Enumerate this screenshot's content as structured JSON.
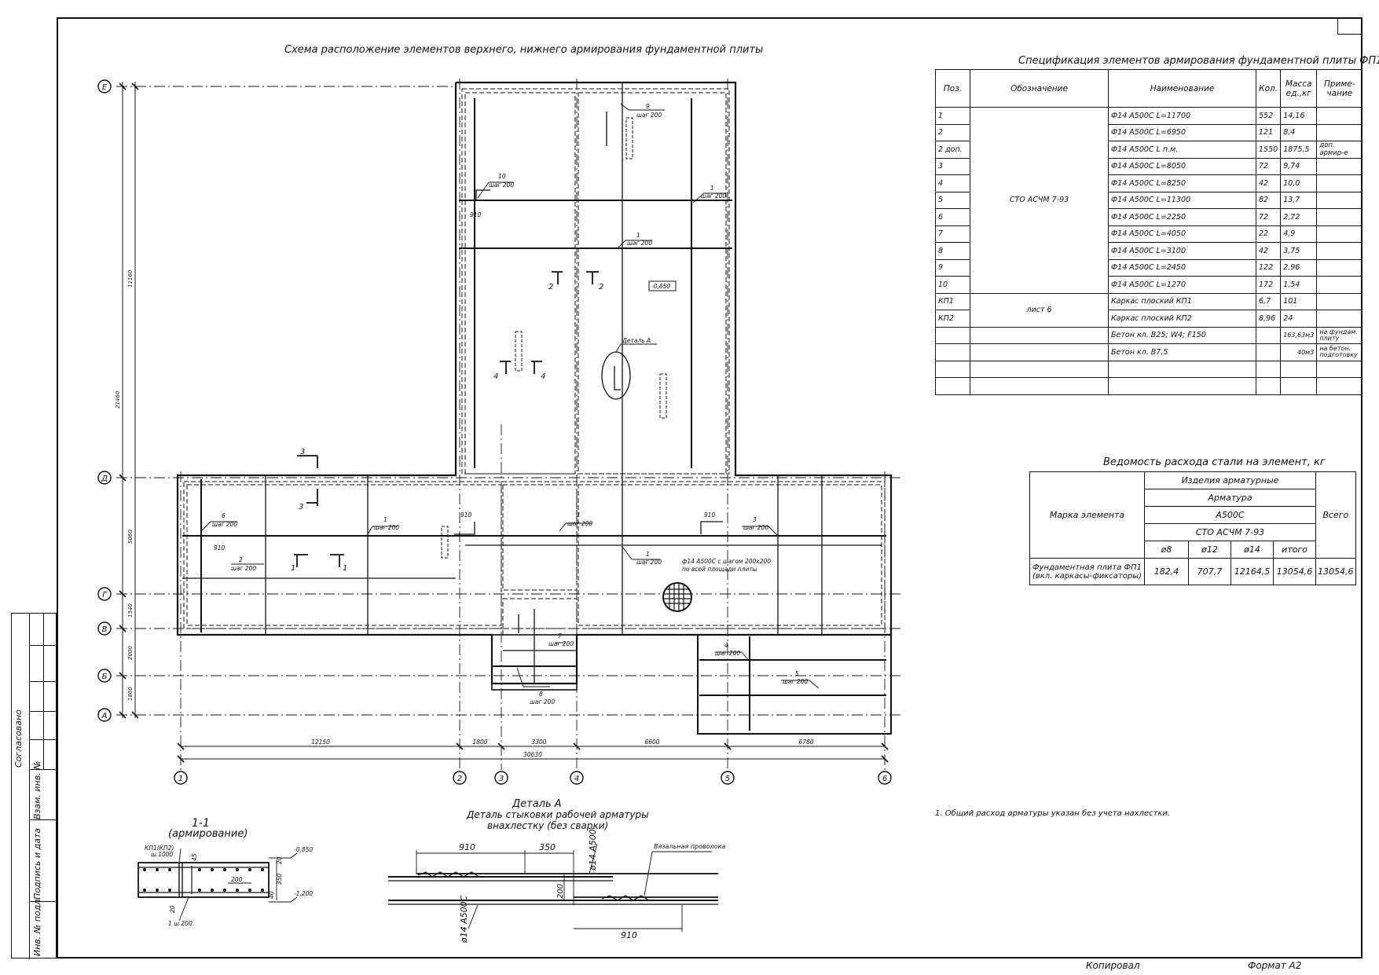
{
  "plan": {
    "title": "Схема расположение элементов верхнего, нижнего армирования фундаментной плиты",
    "axes_letters": [
      "Е",
      "Д",
      "Г",
      "В",
      "Б",
      "А"
    ],
    "axes_numbers": [
      "1",
      "2",
      "3",
      "4",
      "5",
      "6"
    ],
    "dims_bottom": [
      "12150",
      "1800",
      "3300",
      "6600",
      "6780"
    ],
    "dim_total": "30630",
    "dims_left": [
      "11160",
      "5060",
      "1540",
      "2000",
      "1800"
    ],
    "dim_left_total": "21460",
    "level_mark": "-0,850",
    "detail_ref": "Деталь А",
    "mesh_note_1": "ф14 А500С с шагом 200х200",
    "mesh_note_2": "по всей площади плиты",
    "step_200": "шаг 200",
    "len_910": "910",
    "bar_labels": [
      "1",
      "2",
      "3",
      "4",
      "5",
      "6",
      "7",
      "8",
      "9",
      "10"
    ],
    "section_marks": [
      "1",
      "2",
      "3",
      "4"
    ]
  },
  "spec": {
    "title": "Спецификация элементов армирования фундаментной плиты ФП1",
    "headers": [
      "Поз.",
      "Обозначение",
      "Наименование",
      "Кол.",
      "Масса ед.,кг",
      "Приме- чание"
    ],
    "std": "СТО АСЧМ 7-93",
    "sheet_ref": "лист 6",
    "rows": [
      {
        "pos": "1",
        "name": "Ф14 А500С  L=11700",
        "qty": "552",
        "mass": "14,16",
        "note": ""
      },
      {
        "pos": "2",
        "name": "Ф14 А500С  L=6950",
        "qty": "121",
        "mass": "8,4",
        "note": ""
      },
      {
        "pos": "2 доп.",
        "name": "Ф14 А500С  L п.м.",
        "qty": "1550",
        "mass": "1875,5",
        "note": "доп. армир-е"
      },
      {
        "pos": "3",
        "name": "Ф14 А500С  L=8050",
        "qty": "72",
        "mass": "9,74",
        "note": ""
      },
      {
        "pos": "4",
        "name": "Ф14 А500С  L=8250",
        "qty": "42",
        "mass": "10,0",
        "note": ""
      },
      {
        "pos": "5",
        "name": "Ф14 А500С  L=11300",
        "qty": "82",
        "mass": "13,7",
        "note": ""
      },
      {
        "pos": "6",
        "name": "Ф14 А500С  L=2250",
        "qty": "72",
        "mass": "2,72",
        "note": ""
      },
      {
        "pos": "7",
        "name": "Ф14 А500С  L=4050",
        "qty": "22",
        "mass": "4,9",
        "note": ""
      },
      {
        "pos": "8",
        "name": "Ф14 А500С  L=3100",
        "qty": "42",
        "mass": "3,75",
        "note": ""
      },
      {
        "pos": "9",
        "name": "Ф14 А500С  L=2450",
        "qty": "122",
        "mass": "2,96",
        "note": ""
      },
      {
        "pos": "10",
        "name": "Ф14 А500С  L=1270",
        "qty": "172",
        "mass": "1,54",
        "note": ""
      },
      {
        "pos": "КП1",
        "name": "Каркас плоский КП1",
        "qty": "6,7",
        "mass": "101",
        "note": ""
      },
      {
        "pos": "КП2",
        "name": "Каркас плоский КП2",
        "qty": "8,96",
        "mass": "24",
        "note": ""
      },
      {
        "pos": "",
        "name": "Бетон кл. В25; W4; F150",
        "qty": "",
        "mass": "163,63м3",
        "note": "на фундам. плиту"
      },
      {
        "pos": "",
        "name": "Бетон кл. В7,5",
        "qty": "",
        "mass": "40м3",
        "note": "на бетон. подготовку"
      },
      {
        "pos": "",
        "name": "",
        "qty": "",
        "mass": "",
        "note": ""
      },
      {
        "pos": "",
        "name": "",
        "qty": "",
        "mass": "",
        "note": ""
      }
    ]
  },
  "steel": {
    "title": "Ведомость расхода стали на элемент, кг",
    "mark_header": "Марка элемента",
    "products": "Изделия арматурные",
    "armatura": "Арматура",
    "grade": "А500С",
    "std": "СТО АСЧМ 7-93",
    "total_header": "Всего",
    "cols": [
      "ø8",
      "ø12",
      "ø14",
      "итого"
    ],
    "row_label": "Фундаментная плита ФП1 (вкл. каркасы-фиксаторы)",
    "values": [
      "182,4",
      "707,7",
      "12164,5",
      "13054,6",
      "13054,6"
    ]
  },
  "section": {
    "title": "1-1",
    "subtitle": "(армирование)",
    "kp": "КП1(КП2)",
    "kp_step": "ш.1000",
    "step": "1 ш.200",
    "level_top": "-0,850",
    "level_bottom": "-1,200",
    "d20a": "20",
    "d350": "350",
    "d40": "40",
    "d200": "200",
    "d20b": "20",
    "d45": "45"
  },
  "detail": {
    "title": "Деталь А",
    "line2": "Деталь стыковки рабочей арматуры",
    "line3": "внахлестку (без сварки)",
    "d910": "910",
    "d350": "350",
    "d200": "200",
    "bar": "ø14 А500С",
    "wire": "Вязальная проволока"
  },
  "notes": [
    "1. Общий расход арматуры указан без учета нахлестки."
  ],
  "stamp": {
    "agreed": "Согласовано",
    "inv_replace": "Взам. инв. №",
    "sign_date": "Подпись и дата",
    "inv_orig": "Инв. № подл."
  },
  "footer": {
    "copied": "Копировал",
    "format": "Формат А2"
  }
}
